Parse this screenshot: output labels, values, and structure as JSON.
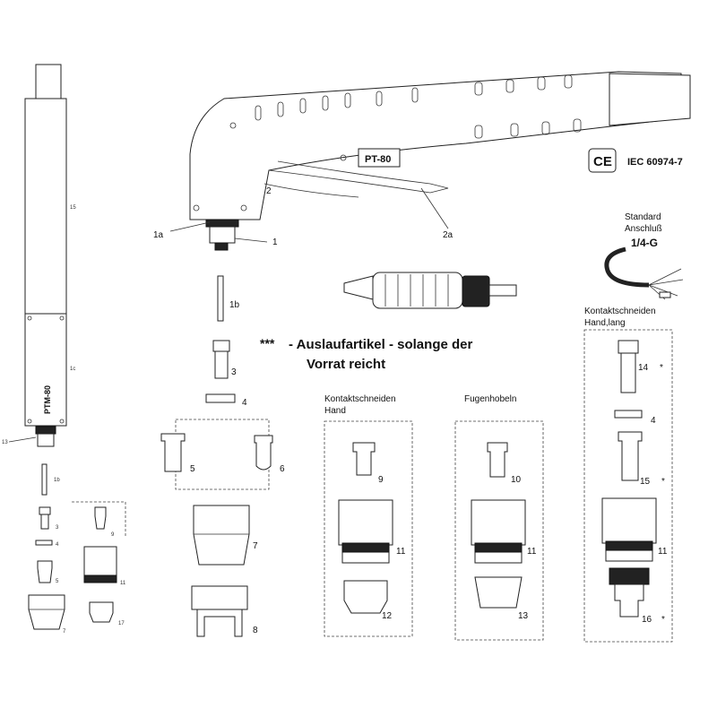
{
  "torch": {
    "model": "PT-80",
    "ptm_model": "PTM-80",
    "certification": "IEC 60974-7",
    "ce_mark": "CE"
  },
  "connection": {
    "title_line1": "Standard",
    "title_line2": "Anschluß",
    "fitting": "1/4-G"
  },
  "notice": {
    "marker": "***",
    "line1": "- Auslaufartikel - solange der",
    "line2": "Vorrat reicht"
  },
  "groups": {
    "hand_line1": "Kontaktschneiden",
    "hand_line2": "Hand",
    "gouging": "Fugenhobeln",
    "hand_long_line1": "Kontaktschneiden",
    "hand_long_line2": "Hand,lang"
  },
  "labels": {
    "l1a": "1a",
    "l1": "1",
    "l2": "2",
    "l2a": "2a",
    "l1b": "1b",
    "l3": "3",
    "l4": "4",
    "l5": "5",
    "l6": "6",
    "l7": "7",
    "l8": "8",
    "g1_9": "9",
    "g1_11": "11",
    "g1_12": "12",
    "g2_10": "10",
    "g2_11": "11",
    "g2_13": "13",
    "g3_14": "14",
    "g3_4": "4",
    "g3_15": "15",
    "g3_11": "11",
    "g3_16": "16",
    "star": "*"
  },
  "ptm_labels": {
    "p15": "15",
    "p1c": "1c",
    "p13": "13",
    "p1b": "1b",
    "p3": "3",
    "p4": "4",
    "p5": "5",
    "p7": "7",
    "p9": "9",
    "p11": "11",
    "p17": "17"
  }
}
